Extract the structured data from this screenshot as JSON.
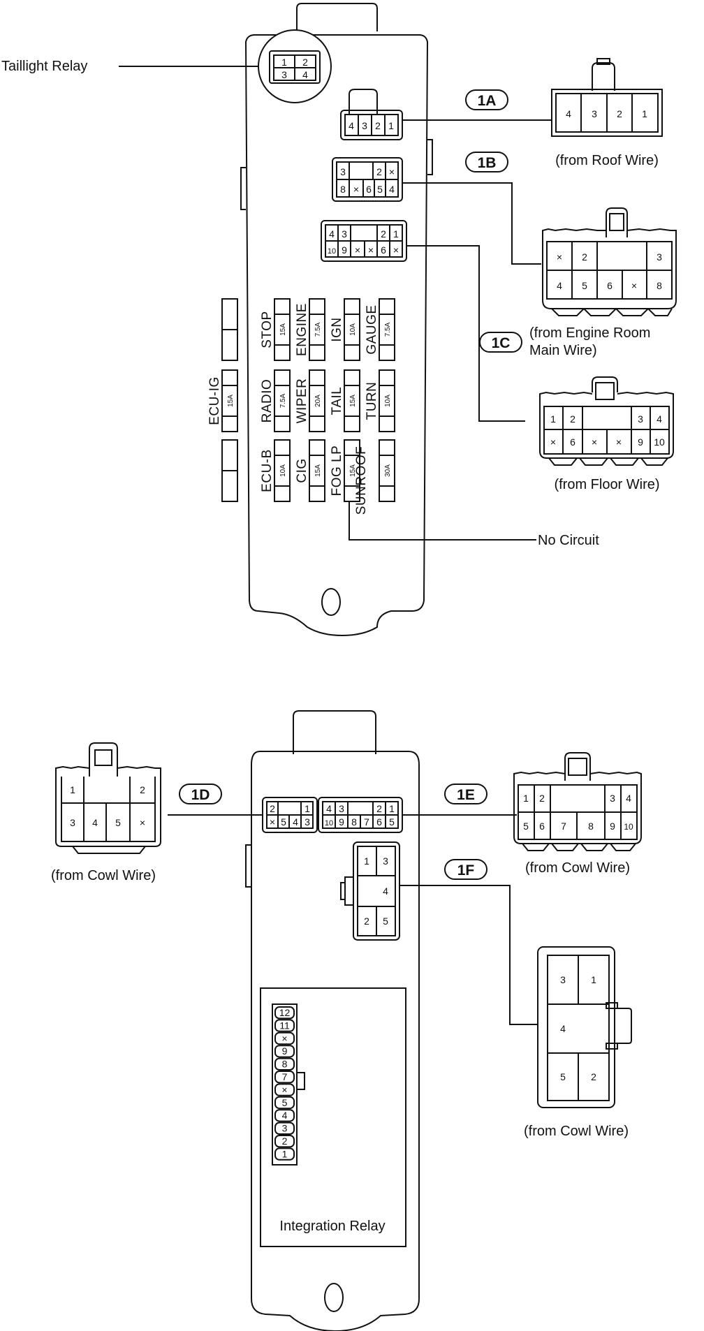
{
  "top_block": {
    "taillight_relay": {
      "label": "Taillight Relay",
      "pins": [
        "1",
        "2",
        "3",
        "4"
      ]
    },
    "connector_1A": {
      "id": "1A",
      "block_pins": [
        "4",
        "3",
        "2",
        "1"
      ],
      "mating_pins": [
        "4",
        "3",
        "2",
        "1"
      ],
      "source": "(from Roof Wire)"
    },
    "connector_1B": {
      "id": "1B",
      "block_pins_top": [
        "3",
        "",
        "2",
        "×"
      ],
      "block_pins_bottom": [
        "8",
        "×",
        "6",
        "5",
        "4"
      ],
      "mating_pins_top": [
        "×",
        "2",
        "3"
      ],
      "mating_pins_bottom": [
        "4",
        "5",
        "6",
        "×",
        "8"
      ],
      "source_line1": "(from Engine Room",
      "source_line2": "Main Wire)"
    },
    "connector_1C": {
      "id": "1C",
      "block_pins_top": [
        "4",
        "3",
        "2",
        "1"
      ],
      "block_pins_bottom": [
        "10",
        "9",
        "×",
        "×",
        "6",
        "×"
      ],
      "mating_pins_top": [
        "1",
        "2",
        "3",
        "4"
      ],
      "mating_pins_bottom": [
        "×",
        "6",
        "×",
        "×",
        "9",
        "10"
      ],
      "source": "(from Floor Wire)"
    },
    "no_circuit": "No Circuit",
    "fuses": [
      {
        "name": "STOP",
        "amp": "15A"
      },
      {
        "name": "ENGINE",
        "amp": "7.5A"
      },
      {
        "name": "IGN",
        "amp": "10A"
      },
      {
        "name": "GAUGE",
        "amp": "7.5A"
      },
      {
        "name": "ECU-IG",
        "amp": "15A"
      },
      {
        "name": "RADIO",
        "amp": "7.5A"
      },
      {
        "name": "WIPER",
        "amp": "20A"
      },
      {
        "name": "TAIL",
        "amp": "15A"
      },
      {
        "name": "TURN",
        "amp": "10A"
      },
      {
        "name": "ECU-B",
        "amp": "10A"
      },
      {
        "name": "CIG",
        "amp": "15A"
      },
      {
        "name": "FOG LP",
        "amp": "15A"
      },
      {
        "name": "SUNROOF",
        "amp": "30A"
      }
    ]
  },
  "bottom_block": {
    "connector_1D": {
      "id": "1D",
      "block_pins_top": [
        "2",
        "1"
      ],
      "block_pins_bottom": [
        "×",
        "5",
        "4",
        "3"
      ],
      "mating_pins_top": [
        "1",
        "2"
      ],
      "mating_pins_bottom": [
        "3",
        "4",
        "5",
        "×"
      ],
      "source": "(from Cowl Wire)"
    },
    "connector_1E": {
      "id": "1E",
      "block_pins_top": [
        "4",
        "3",
        "2",
        "1"
      ],
      "block_pins_bottom": [
        "10",
        "9",
        "8",
        "7",
        "6",
        "5"
      ],
      "mating_pins_top": [
        "1",
        "2",
        "3",
        "4"
      ],
      "mating_pins_bottom": [
        "5",
        "6",
        "7",
        "8",
        "9",
        "10"
      ],
      "source": "(from Cowl Wire)"
    },
    "connector_1F": {
      "id": "1F",
      "block_pins": [
        "1",
        "3",
        "4",
        "2",
        "5"
      ],
      "mating_pins": [
        "3",
        "1",
        "4",
        "5",
        "2"
      ],
      "source": "(from Cowl Wire)"
    },
    "integration_relay": {
      "label": "Integration Relay",
      "pins": [
        "12",
        "11",
        "×",
        "9",
        "8",
        "7",
        "×",
        "5",
        "4",
        "3",
        "2",
        "1"
      ]
    }
  }
}
